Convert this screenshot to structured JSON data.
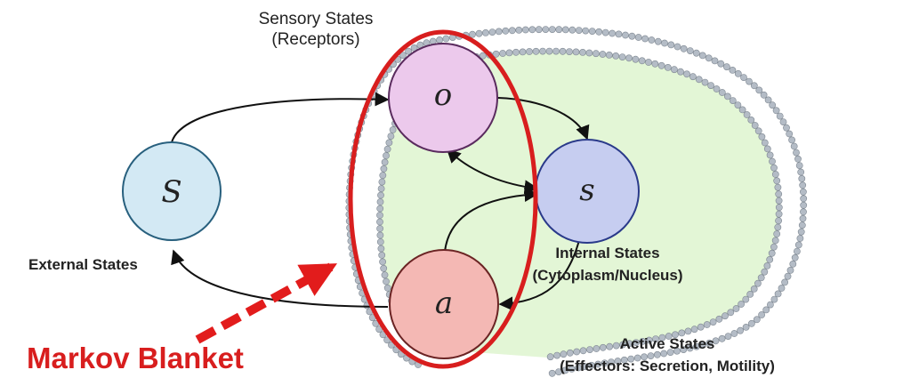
{
  "labels": {
    "sensory_title": "Sensory States",
    "sensory_sub": "(Receptors)",
    "external": "External States",
    "internal_title": "Internal States",
    "internal_sub": "(Cytoplasm/Nucleus)",
    "active_title": "Active States",
    "active_sub": "(Effectors: Secretion, Motility)",
    "blanket": "Markov Blanket"
  },
  "nodes": {
    "external": {
      "symbol": "S",
      "fill": "#d3e9f4",
      "stroke": "#28607e"
    },
    "sensory": {
      "symbol": "o",
      "fill": "#ecc9ec",
      "stroke": "#5a2b5e"
    },
    "internal": {
      "symbol": "s",
      "fill": "#c6cdf0",
      "stroke": "#2a3a8a"
    },
    "active": {
      "symbol": "a",
      "fill": "#f4b8b4",
      "stroke": "#6b2424"
    }
  },
  "colors": {
    "cell_interior": "#e3f6d6",
    "membrane_head": "#b4bcc6",
    "blanket": "#d81e1e"
  }
}
